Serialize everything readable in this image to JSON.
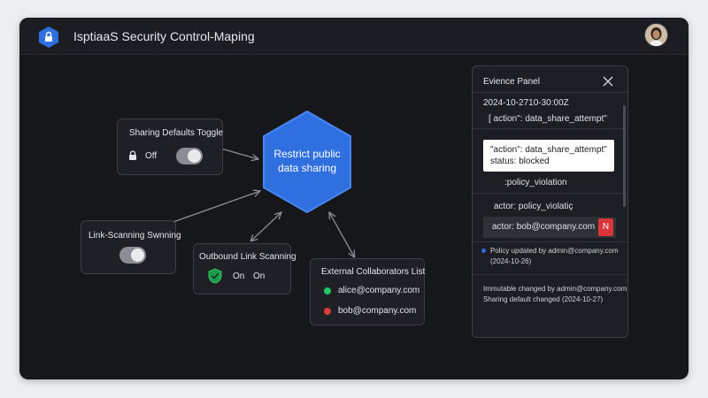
{
  "app": {
    "title": "IsptiaaS Security Control-Maping",
    "icons": {
      "app": "lock-icon",
      "user": "user-avatar"
    }
  },
  "colors": {
    "accent": "#2f6fe0",
    "window_bg": "#15171b",
    "card_bg": "#1e2025",
    "green": "#22c55e",
    "red": "#e03b3b"
  },
  "diagram": {
    "central_node": {
      "label_line1": "Restrict public",
      "label_line2": "data sharing"
    },
    "sharing_defaults": {
      "title": "Sharing Defaults Toggle",
      "state": "Off",
      "icon": "lock-icon"
    },
    "link_scanning": {
      "title": "Link-Scanning Swnning"
    },
    "outbound_scanning": {
      "title": "Outbound Link Scanning",
      "value1": "On",
      "value2": "On",
      "icon": "shield-check-icon"
    },
    "collaborators": {
      "title": "External Collaborators List",
      "items": [
        {
          "email": "alice@company.com",
          "status": "green"
        },
        {
          "email": "bob@company.com",
          "status": "red"
        }
      ]
    }
  },
  "evidence_panel": {
    "title": "Evience Panel",
    "timestamp": "2024-10-2710-30:00Z",
    "json_line": "[ action\": data_share_attempt\"",
    "highlight_line1": "\"action\": data_share_attempt\"",
    "highlight_line2": "status: blocked",
    "policy_line": ":policy_violation",
    "actor_line": "actor: policy_violatiç",
    "actor_email": "actor: bob@company.com",
    "actor_badge": "N",
    "log1_line1": "Policy updated by admin@company.com",
    "log1_line2": "(2024-10-26)",
    "log2_line1": "Immutable changed by admin@company.com",
    "log2_line2": "Sharing default changed (2024-10-27)"
  }
}
